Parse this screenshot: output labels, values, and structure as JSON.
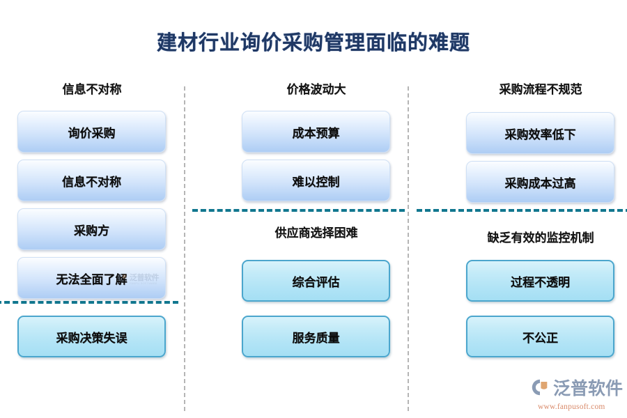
{
  "title": "建材行业询价采购管理面临的难题",
  "theme": {
    "title_color": "#1f3864",
    "divider_vertical_color": "#b5b5b5",
    "divider_horizontal_color": "#11778f",
    "node_blue_top": "#fbfdff",
    "node_blue_bottom": "#aecdf4",
    "node_cyan_fill": "#b2e4f6",
    "node_cyan_border": "#4ba6cd",
    "background": "#ffffff"
  },
  "columns": [
    {
      "id": "col-1",
      "sections": [
        {
          "heading": "信息不对称",
          "style": "blue",
          "nodes": [
            "询价采购",
            "信息不对称",
            "采购方",
            "无法全面了解"
          ]
        },
        {
          "heading": "",
          "style": "cyan",
          "nodes": [
            "采购决策失误"
          ]
        }
      ]
    },
    {
      "id": "col-2",
      "sections": [
        {
          "heading": "价格波动大",
          "style": "blue",
          "nodes": [
            "成本预算",
            "难以控制"
          ]
        },
        {
          "heading": "供应商选择困难",
          "style": "cyan",
          "nodes": [
            "综合评估",
            "服务质量"
          ]
        }
      ]
    },
    {
      "id": "col-3",
      "sections": [
        {
          "heading": "采购流程不规范",
          "style": "blue",
          "nodes": [
            "采购效率低下",
            "采购成本过高"
          ]
        },
        {
          "heading": "缺乏有效的监控机制",
          "style": "cyan",
          "nodes": [
            "过程不透明",
            "不公正"
          ]
        }
      ]
    }
  ],
  "watermark": {
    "brand_cn": "泛普软件",
    "brand_en": "FANPU SOFTWARE"
  },
  "logo": {
    "brand_cn": "泛普软件",
    "url": "www.fanpusoft.com"
  }
}
